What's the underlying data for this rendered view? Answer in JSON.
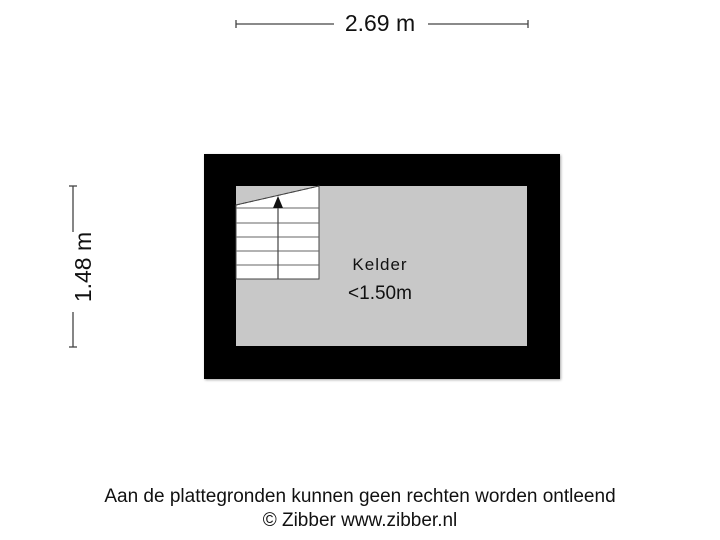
{
  "floorplan": {
    "dimensions": {
      "width_label": "2.69 m",
      "height_label": "1.48 m"
    },
    "room": {
      "name": "Kelder",
      "height_note": "<1.50m"
    },
    "stair": {
      "direction": "up",
      "step_count": 6
    },
    "colors": {
      "wall": "#000000",
      "floor": "#c8c8c8",
      "stair_fill": "#ffffff",
      "stair_line": "#555555",
      "dimension_line": "#444444"
    }
  },
  "footer": {
    "disclaimer": "Aan de plattegronden kunnen geen rechten worden ontleend",
    "copyright": "© Zibber www.zibber.nl"
  }
}
